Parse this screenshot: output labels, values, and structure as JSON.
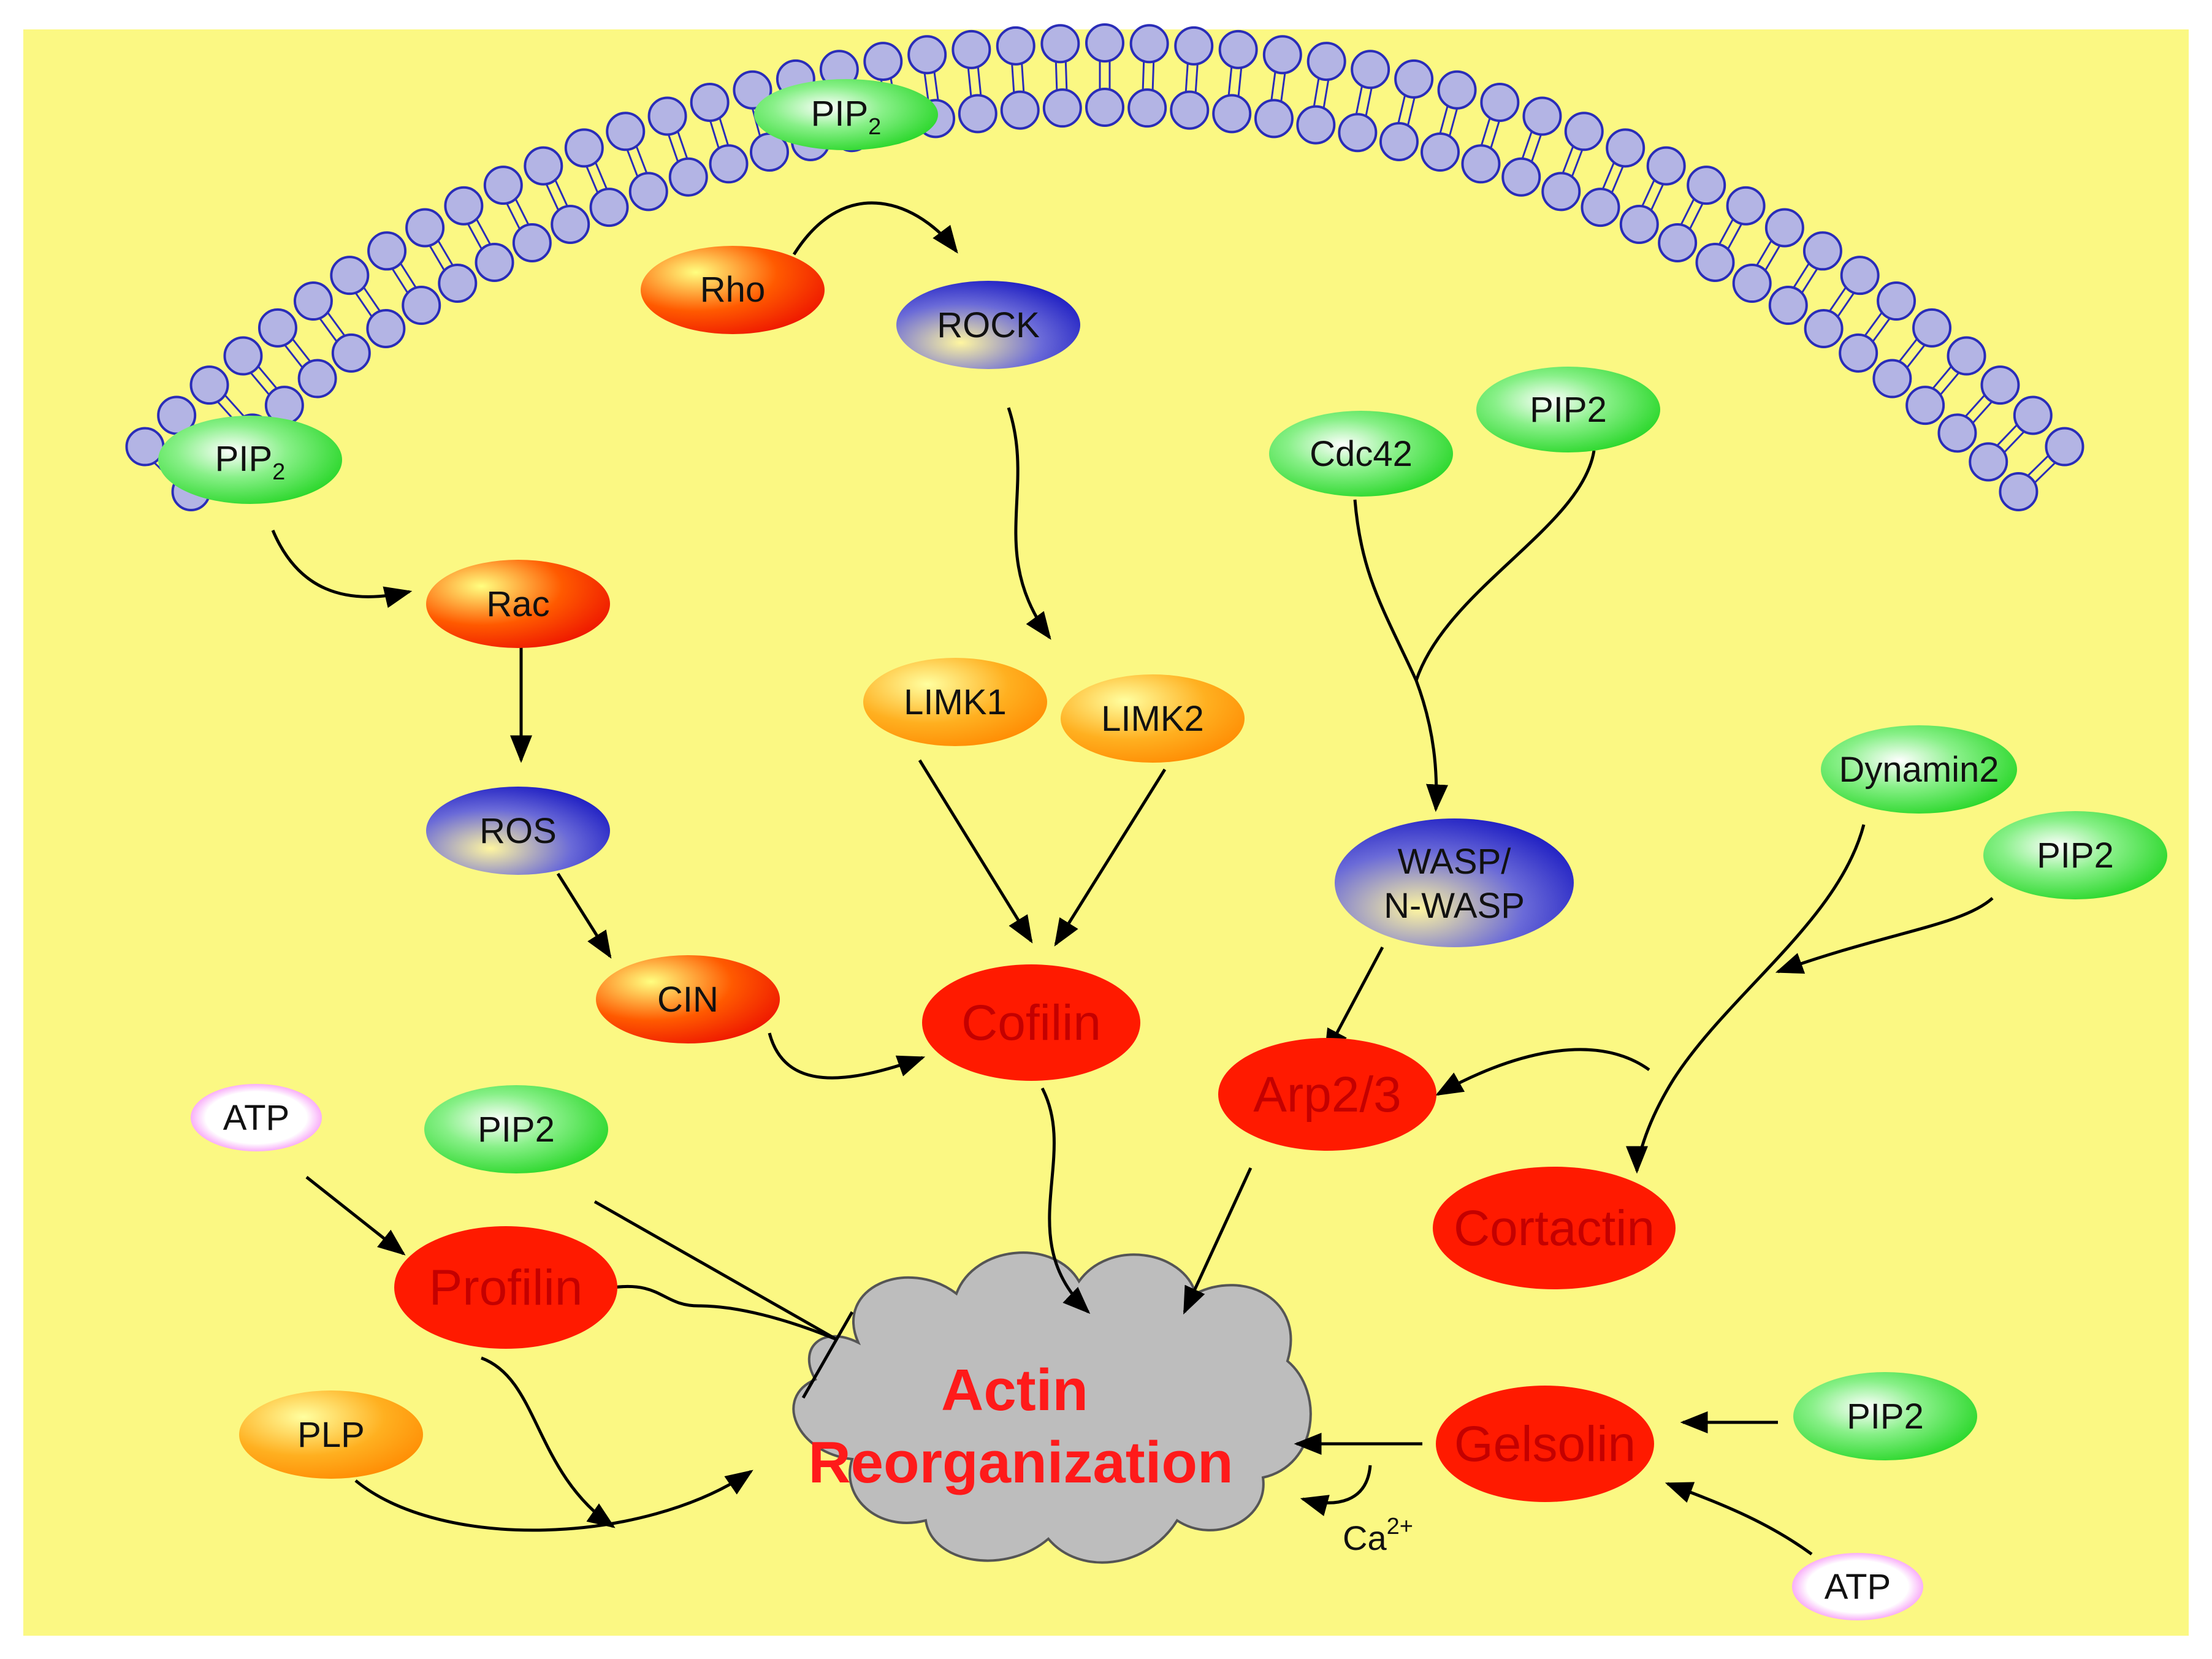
{
  "colors": {
    "background": "#fbf883",
    "membrane_head": "#b3b4e4",
    "membrane_stroke": "#2a2db8",
    "cloud": "#bdbdbd",
    "red": "#ff1a00",
    "blue": "#2020c8",
    "green": "#22dd22",
    "orange": "#ff9900",
    "magenta": "#ee22ee",
    "actin_text": "#ff1a1a"
  },
  "nodes": {
    "pip2_membrane": {
      "main": "PIP",
      "sub": "2"
    },
    "pip2_left": {
      "main": "PIP",
      "sub": "2"
    },
    "rho": "Rho",
    "rock": "ROCK",
    "cdc42": "Cdc42",
    "pip2_top_right": "PIP2",
    "rac": "Rac",
    "ros": "ROS",
    "cin": "CIN",
    "limk1": "LIMK1",
    "limk2": "LIMK2",
    "cofilin": "Cofilin",
    "wasp_line1": "WASP/",
    "wasp_line2": "N-WASP",
    "dynamin2": "Dynamin2",
    "pip2_dynamin": "PIP2",
    "arp23": "Arp2/3",
    "cortactin": "Cortactin",
    "atp_left": "ATP",
    "pip2_profilin": "PIP2",
    "profilin": "Profilin",
    "plp": "PLP",
    "actin_line1": "Actin",
    "actin_line2": "Reorganization",
    "gelsolin": "Gelsolin",
    "pip2_gelsolin": "PIP2",
    "atp_right": "ATP",
    "calcium": {
      "main": "Ca",
      "sup": "2+"
    }
  }
}
